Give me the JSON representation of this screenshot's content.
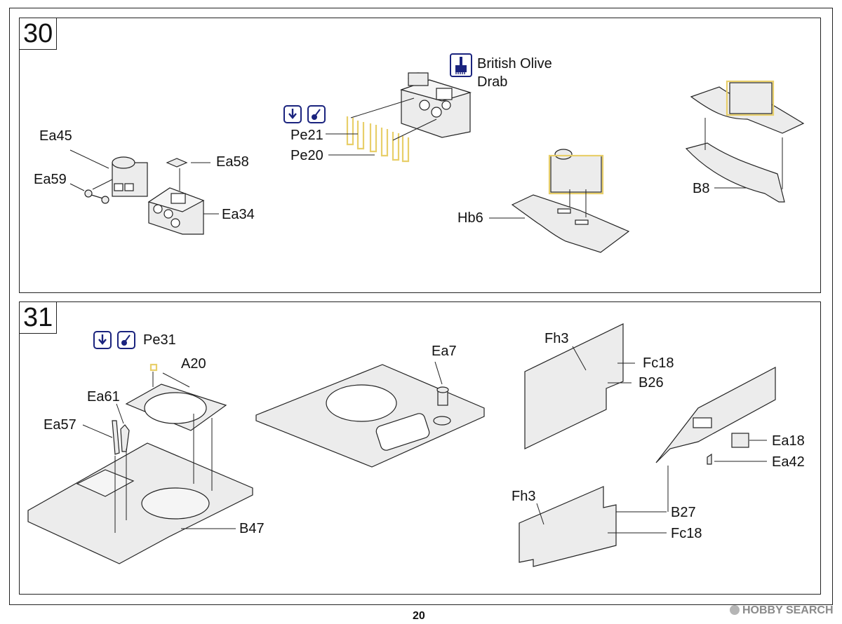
{
  "page": {
    "number": "20"
  },
  "watermark": "HOBBY SEARCH",
  "step30": {
    "number": "30",
    "paint_note": {
      "line1": "British Olive",
      "line2": "Drab",
      "icon": "paint-brush-icon"
    },
    "option_icons": [
      "fold-bend-icon",
      "glue-drop-icon"
    ],
    "labels": {
      "ea45": "Ea45",
      "ea59": "Ea59",
      "ea58": "Ea58",
      "ea34": "Ea34",
      "pe21": "Pe21",
      "pe20": "Pe20",
      "hb6": "Hb6",
      "b8": "B8"
    }
  },
  "step31": {
    "number": "31",
    "option_icons": [
      "fold-bend-icon",
      "glue-drop-icon"
    ],
    "labels": {
      "pe31": "Pe31",
      "a20": "A20",
      "ea61": "Ea61",
      "ea57": "Ea57",
      "b47": "B47",
      "ea7": "Ea7",
      "fh3_top": "Fh3",
      "fc18_top": "Fc18",
      "b26": "B26",
      "ea18": "Ea18",
      "ea42": "Ea42",
      "fh3_bottom": "Fh3",
      "b27": "B27",
      "fc18_bottom": "Fc18"
    }
  },
  "colors": {
    "photo_etch": "#e8cf6a",
    "icon_blue": "#1a237e",
    "part_grey": "#e6e6e6",
    "line": "#222222"
  }
}
